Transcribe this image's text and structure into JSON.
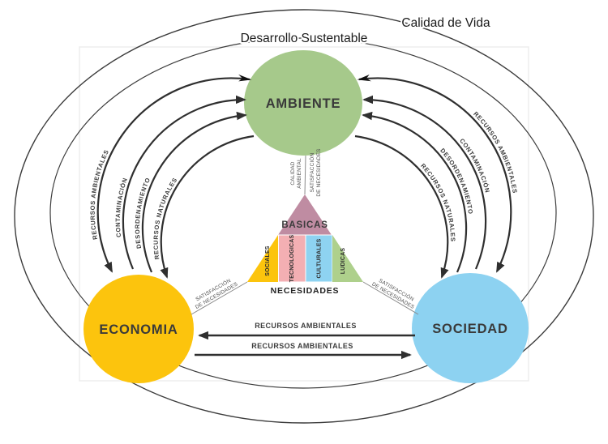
{
  "titles": {
    "outer": "Calidad de Vida",
    "inner": "Desarrollo Sustentable"
  },
  "circles": {
    "ambiente": {
      "label": "AMBIENTE",
      "color": "#a6c98b"
    },
    "economia": {
      "label": "ECONOMIA",
      "color": "#fcc40d"
    },
    "sociedad": {
      "label": "SOCIEDAD",
      "color": "#8dd2f1"
    }
  },
  "flows": {
    "left": [
      "RECURSOS AMBIENTALES",
      "CONTAMINACIÓN",
      "DESORDENAMIENTO",
      "RECURSOS NATURALES"
    ],
    "right": [
      "RECURSOS AMBIENTALES",
      "CONTAMINACIÓN",
      "DESORDENAMIENTO",
      "RECURSOS NATURALES"
    ],
    "bottom_to_economia": "RECURSOS AMBIENTALES",
    "bottom_to_sociedad": "RECURSOS AMBIENTALES"
  },
  "pyramid": {
    "caption": "NECESIDADES",
    "top": {
      "label": "BASICAS",
      "color": "#bf8ca2"
    },
    "bands": [
      {
        "label": "SOCIALES",
        "color": "#fcc40d"
      },
      {
        "label": "TECNOLOGICAS",
        "color": "#f3afb3"
      },
      {
        "label": "CULTURALES",
        "color": "#8ed3f1"
      },
      {
        "label": "LUDICAS",
        "color": "#aed08c"
      }
    ]
  },
  "connectors": {
    "calidad_ambiental": {
      "line1": "CALIDAD",
      "line2": "AMBIENTAL"
    },
    "satisfaccion_top": {
      "line1": "SATISFACCIÓN",
      "line2": "DE NECESIDADES"
    },
    "satisfaccion_left": {
      "line1": "SATISFACCIÓN",
      "line2": "DE NECESIDADES"
    },
    "satisfaccion_right": {
      "line1": "SATISFACCIÓN",
      "line2": "DE NECESIDADES"
    }
  }
}
